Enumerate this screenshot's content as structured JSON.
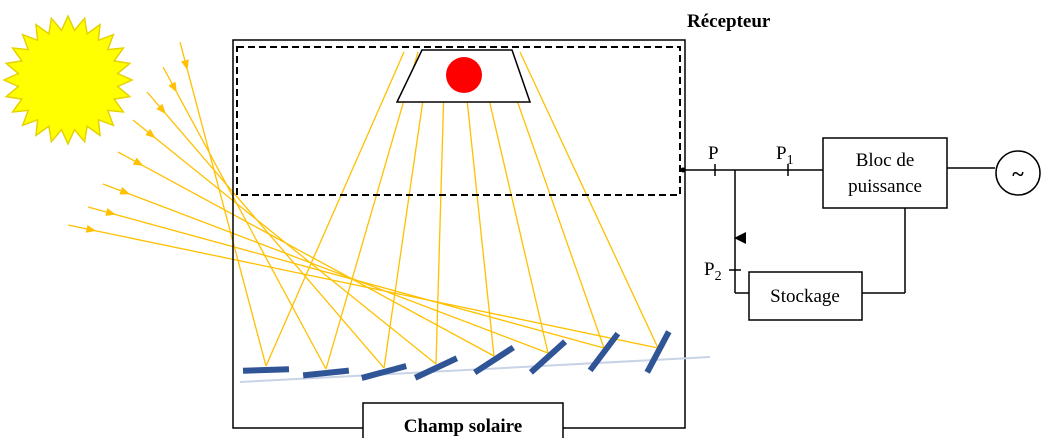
{
  "labels": {
    "receiver": "Récepteur",
    "solar_field": "Champ solaire",
    "power_block_line1": "Bloc de",
    "power_block_line2": "puissance",
    "storage": "Stockage",
    "point_p": "P",
    "point_p1_letter": "P",
    "point_p1_sub": "1",
    "point_p2_letter": "P",
    "point_p2_sub": "2",
    "generator_symbol": "~"
  },
  "colors": {
    "sun": "#ffff00",
    "sun_stroke": "#e6d200",
    "receiver_absorber": "#ff0000",
    "rays": "#ffc000",
    "heliostat": "#2f5597",
    "ground": "#c9d3e6",
    "lines": "#000000"
  },
  "icons": {
    "sun": "sun-icon",
    "generator": "ac-generator-icon"
  }
}
